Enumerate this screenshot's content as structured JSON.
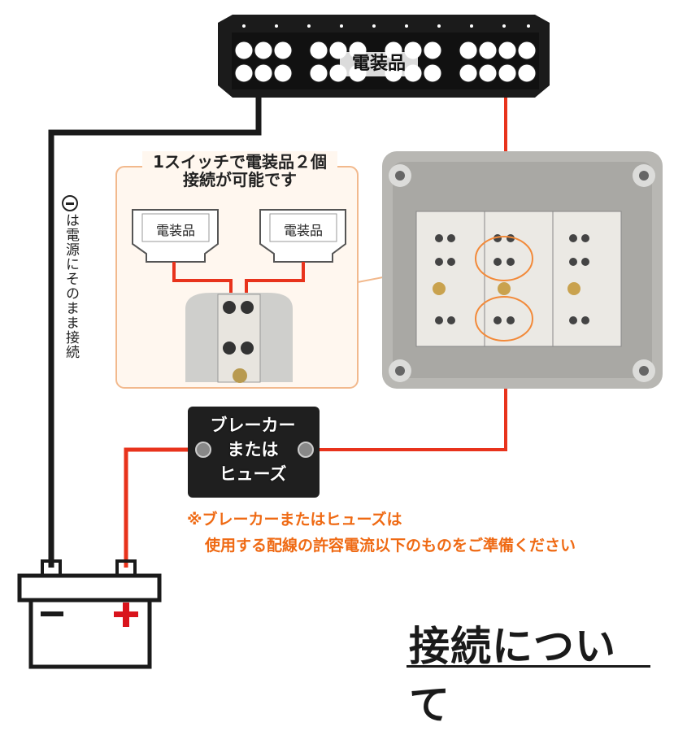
{
  "lightbar": {
    "label": "電装品"
  },
  "callout": {
    "title_line1": "1スイッチで電装品２個",
    "title_line2": "接続が可能です",
    "device_left": "電装品",
    "device_right": "電装品"
  },
  "ground_note": "は電源にそのまま接続",
  "breaker": {
    "line1": "ブレーカー",
    "line2": "または",
    "line3": "ヒューズ"
  },
  "note": {
    "line1": "※ブレーカーまたはヒューズは",
    "line2": "使用する配線の許容電流以下のものをご準備ください"
  },
  "title": "接続について",
  "colors": {
    "wire_red": "#e8331c",
    "wire_black": "#1a1a1a",
    "note_orange": "#ef6a14",
    "battery_plus": "#d9141c"
  }
}
